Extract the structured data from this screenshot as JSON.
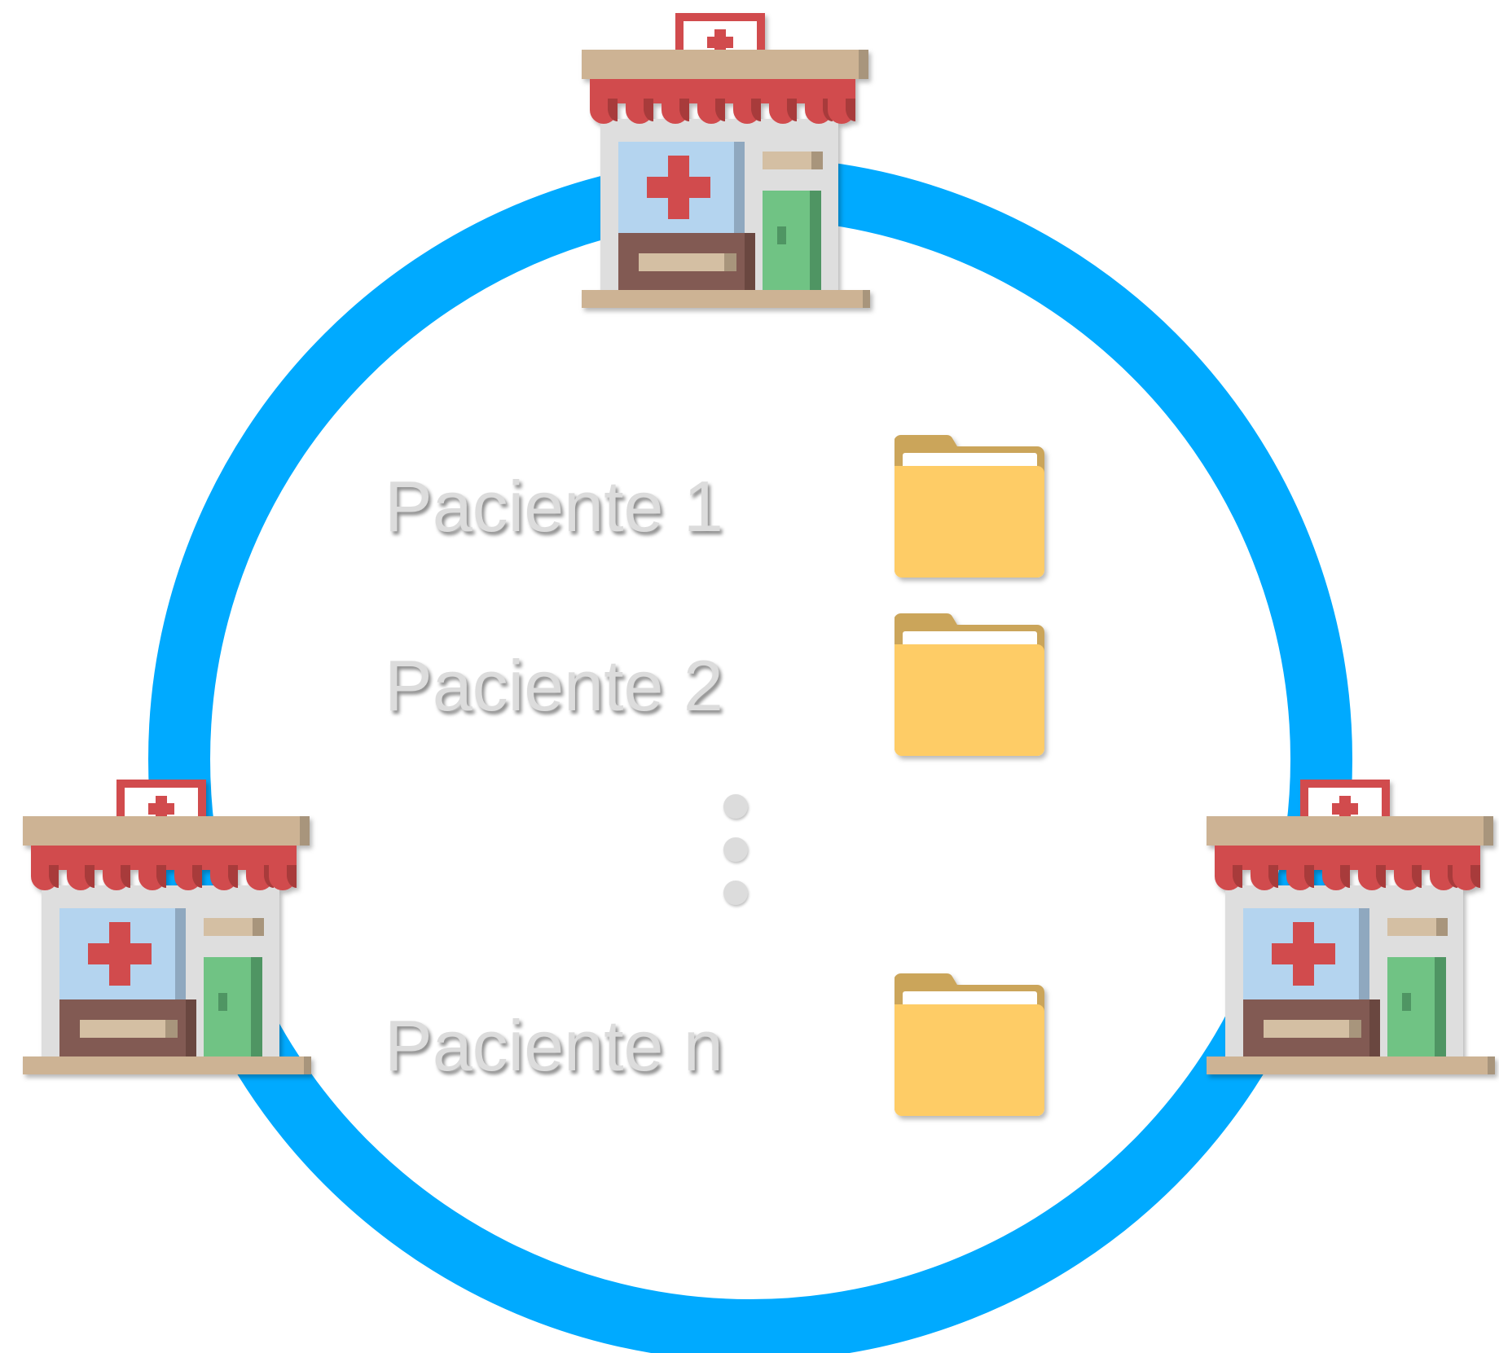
{
  "diagram": {
    "patients": [
      {
        "label": "Paciente 1",
        "icon": "folder-icon"
      },
      {
        "label": "Paciente 2",
        "icon": "folder-icon"
      },
      {
        "label": "Paciente n",
        "icon": "folder-icon"
      }
    ],
    "ellipsis_icon": "vertical-ellipsis",
    "hospitals": [
      {
        "icon": "hospital-building-icon"
      },
      {
        "icon": "hospital-building-icon"
      },
      {
        "icon": "hospital-building-icon"
      }
    ],
    "colors": {
      "ring": "#00aaff",
      "label_text": "#dcdcdc",
      "folder_body": "#fecc66",
      "folder_back": "#cba55a",
      "awning_red": "#d14b4d",
      "awning_dark_red": "#a83a3a",
      "roof_tan": "#cdb394",
      "wall": "#dedede",
      "window_blue": "#b4d4ef",
      "door_green": "#6fc384",
      "counter_brown": "#825a52"
    }
  }
}
